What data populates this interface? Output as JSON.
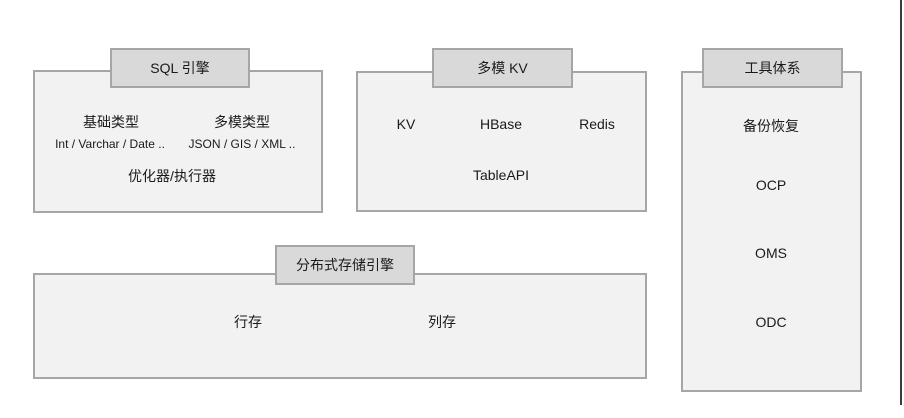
{
  "colors": {
    "background": "#ffffff",
    "panel_fill": "#f2f2f2",
    "panel_border": "#a6a6a6",
    "tab_fill": "#d9d9d9",
    "tab_border": "#a6a6a6",
    "text": "#1a1a1a",
    "frame_line": "#3c3c3c"
  },
  "blocks": {
    "sql_engine": {
      "title": "SQL 引擎",
      "basic_types": {
        "label": "基础类型",
        "detail": "Int / Varchar / Date .."
      },
      "multimodel_types": {
        "label": "多模类型",
        "detail": "JSON / GIS / XML .."
      },
      "optimizer_executor": "优化器/执行器"
    },
    "multimodel_kv": {
      "title": "多模 KV",
      "kv": "KV",
      "hbase": "HBase",
      "redis": "Redis",
      "table_api": "TableAPI"
    },
    "tools": {
      "title": "工具体系",
      "backup_restore": "备份恢复",
      "ocp": "OCP",
      "oms": "OMS",
      "odc": "ODC"
    },
    "storage_engine": {
      "title": "分布式存储引擎",
      "row_store": "行存",
      "column_store": "列存"
    }
  }
}
